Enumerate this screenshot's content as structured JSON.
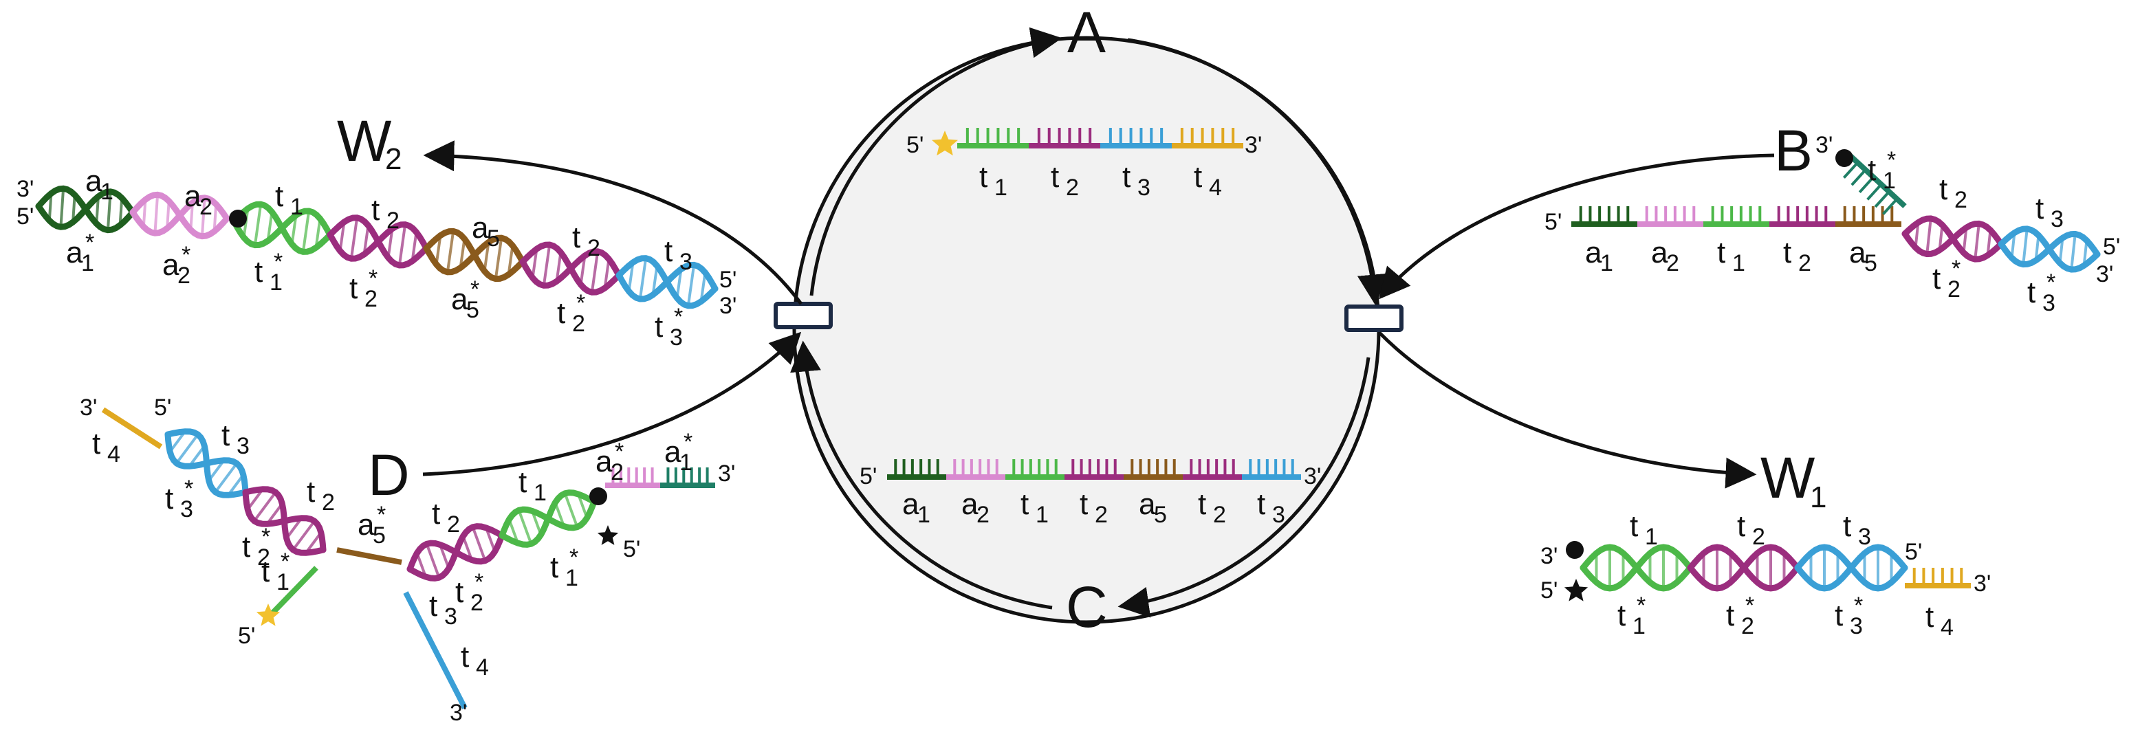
{
  "colors": {
    "a1": "#1f5f1f",
    "a2": "#d98ad0",
    "t1": "#4cb848",
    "t2": "#9b2d7e",
    "t3": "#3a9fd6",
    "t4": "#e0a820",
    "a5": "#8a5a1c",
    "t1star_dark": "#1f7f66",
    "circle_fill": "#f2f2f2",
    "star_yellow": "#f2c12e"
  },
  "nodes": {
    "A": "A",
    "B": "B",
    "C": "C",
    "D": "D",
    "W1": "W",
    "W1_sub": "1",
    "W2": "W",
    "W2_sub": "2"
  },
  "ends": {
    "five": "5'",
    "three": "3'"
  },
  "labels": {
    "a1": "a",
    "a1_sub": "1",
    "a2": "a",
    "a2_sub": "2",
    "a5": "a",
    "a5_sub": "5",
    "t1": "t",
    "t1_sub": "1",
    "t2": "t",
    "t2_sub": "2",
    "t3": "t",
    "t3_sub": "3",
    "t4": "t",
    "t4_sub": "4",
    "star": "*"
  },
  "strands": {
    "A": [
      "t1",
      "t2",
      "t3",
      "t4"
    ],
    "C": [
      "a1",
      "a2",
      "t1",
      "t2",
      "a5",
      "t2",
      "t3"
    ],
    "B_top": [
      "a1",
      "a2",
      "t1",
      "t2",
      "a5"
    ],
    "B_duplex": [
      "t2",
      "t3"
    ],
    "W1_top": [
      "t1",
      "t2",
      "t3",
      "t4"
    ],
    "W2_top": [
      "a1",
      "a2",
      "t1",
      "t2",
      "a5",
      "t2",
      "t3"
    ]
  }
}
